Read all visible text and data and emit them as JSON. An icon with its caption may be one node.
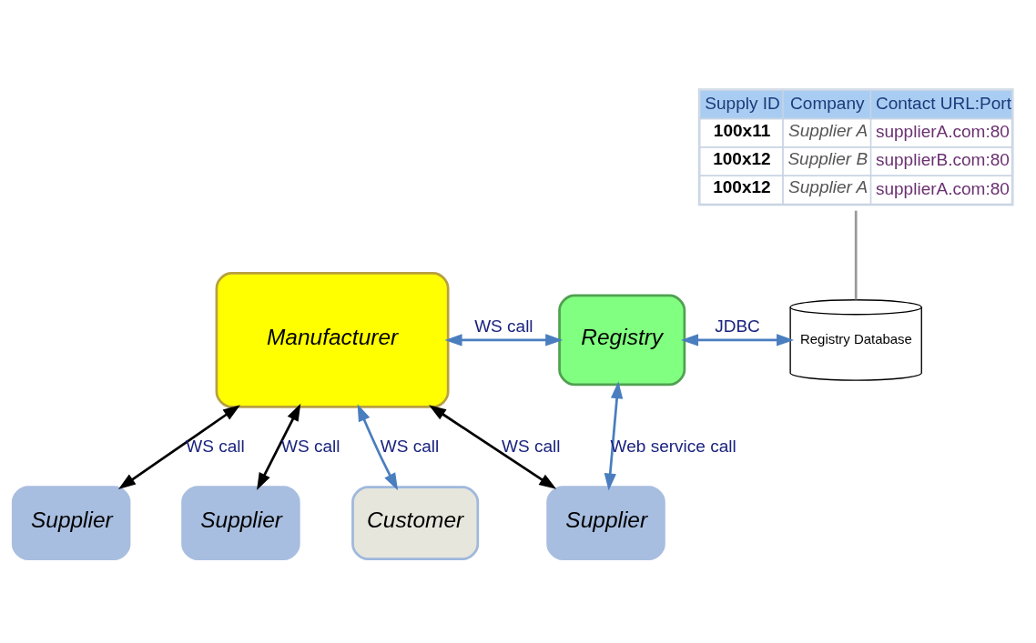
{
  "diagram": {
    "nodes": [
      {
        "text": [
          "Customer"
        ]
      },
      {
        "text": [
          "Supply ID",
          "Company",
          "Contact URL:Port",
          "100x11",
          "Supplier A",
          "supplierA.com:80",
          "100x12",
          "Supplier B",
          "supplierB.com:80",
          "100x12",
          "Supplier A",
          "supplierA.com:80"
        ]
      },
      {
        "text": [
          "Manufacturer"
        ]
      },
      {
        "text": [
          "Registry"
        ]
      },
      {
        "text": [
          "Registry Database"
        ]
      },
      {
        "text": [
          "Supplier"
        ]
      },
      {
        "text": [
          "Supplier"
        ]
      },
      {
        "text": [
          "Supplier"
        ]
      }
    ],
    "edges": [
      {
        "from": 2,
        "to": 0,
        "arrow": "both",
        "label": "WS call"
      },
      {
        "from": 2,
        "to": 3,
        "arrow": "both",
        "label": "WS call"
      },
      {
        "from": 3,
        "to": 4,
        "arrow": "both",
        "label": "JDBC"
      },
      {
        "from": 1,
        "to": 4,
        "arrow": "none",
        "color": "#999999"
      },
      {
        "from": 2,
        "to": 7,
        "arrow": "both",
        "label": "WS call",
        "color": "#000000"
      },
      {
        "from": 2,
        "to": 5,
        "arrow": "both",
        "label": "WS call",
        "color": "#000000"
      },
      {
        "from": 2,
        "to": 6,
        "arrow": "both",
        "label": "WS call",
        "color": "#000000"
      },
      {
        "from": 3,
        "to": 6,
        "arrow": "both",
        "label": "Web service call"
      }
    ]
  }
}
